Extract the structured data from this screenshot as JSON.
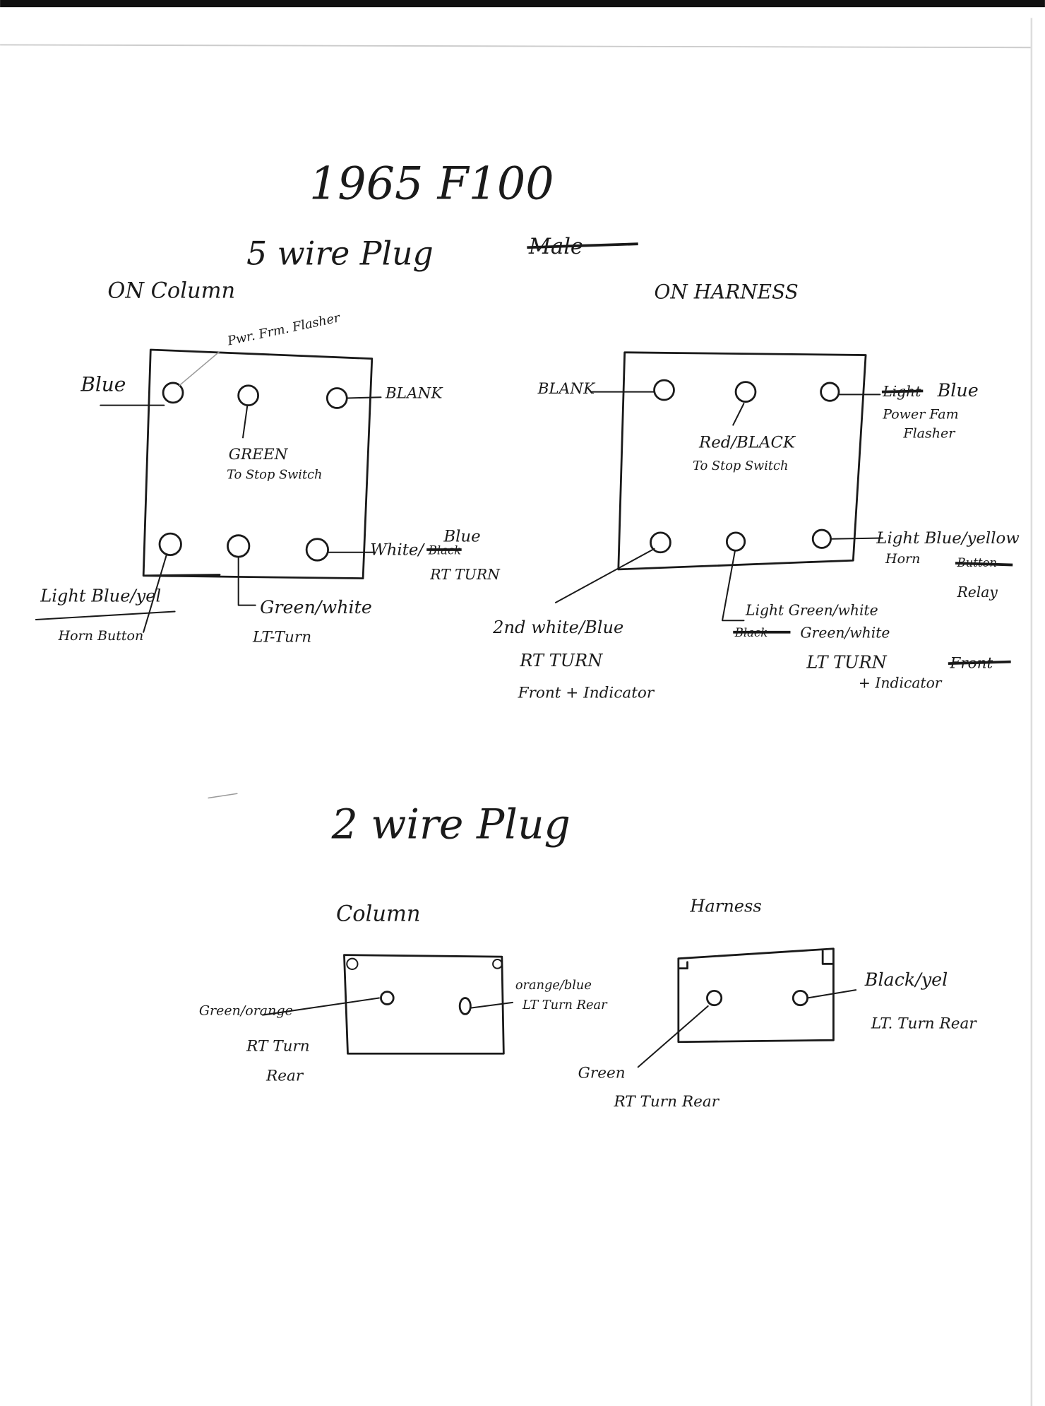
{
  "title": "1965 F100",
  "five_wire": {
    "heading": "5 wire Plug",
    "struck_word": "Male",
    "column": {
      "label": "ON Column",
      "top_left_wire": "Blue",
      "top_left_note": "Pwr. Frm. Flasher",
      "top_middle_wire": "GREEN",
      "top_middle_note": "To Stop Switch",
      "top_right_wire": "BLANK",
      "bottom_right_wire_prefix": "White/",
      "bottom_right_struck": "Black",
      "bottom_right_wire_suffix": "Blue",
      "bottom_right_note": "RT TURN",
      "bottom_left_wire": "Light Blue/yel",
      "bottom_left_note": "Horn Button",
      "bottom_middle_wire": "Green/white",
      "bottom_middle_note": "LT-Turn"
    },
    "harness": {
      "label": "ON HARNESS",
      "top_left_wire": "BLANK",
      "top_middle_wire": "Red/BLACK",
      "top_middle_note": "To Stop Switch",
      "top_right_struck": "Light",
      "top_right_wire": "Blue",
      "top_right_note_1": "Power Fam",
      "top_right_note_2": "Flasher",
      "bottom_right_wire": "Light Blue/yellow",
      "bottom_right_note_1": "Horn",
      "bottom_right_struck": "Button",
      "bottom_right_note_2": "Relay",
      "bottom_left_wire": "2nd white/Blue",
      "bottom_left_note_1": "RT TURN",
      "bottom_left_note_2": "Front + Indicator",
      "bottom_middle_wire_1": "Light Green/white",
      "bottom_middle_struck": "Black",
      "bottom_middle_wire_2": "Green/white",
      "bottom_middle_note_1": "LT TURN",
      "bottom_middle_note_struck": "Front",
      "bottom_middle_note_2": "+ Indicator"
    }
  },
  "two_wire": {
    "heading": "2 wire Plug",
    "column": {
      "label": "Column",
      "left_wire": "Green/orange",
      "left_note_1": "RT Turn",
      "left_note_2": "Rear",
      "right_wire": "orange/blue",
      "right_note": "LT Turn Rear"
    },
    "harness": {
      "label": "Harness",
      "left_wire": "Green",
      "left_note": "RT Turn Rear",
      "right_wire": "Black/yel",
      "right_note": "LT. Turn Rear"
    }
  }
}
